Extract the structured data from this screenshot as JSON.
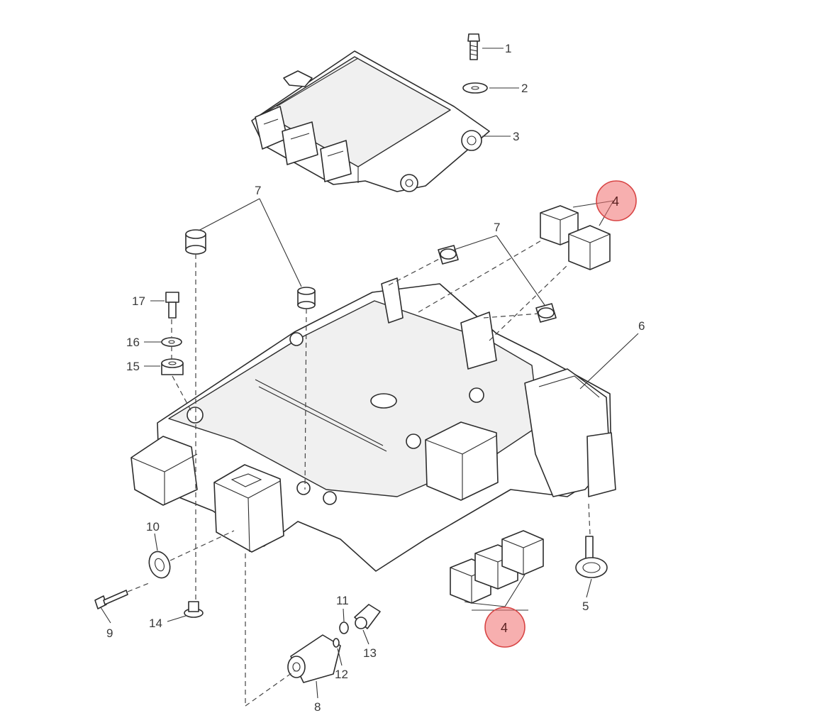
{
  "callouts": [
    {
      "id": "c1",
      "label": "1"
    },
    {
      "id": "c2",
      "label": "2"
    },
    {
      "id": "c3",
      "label": "3"
    },
    {
      "id": "c4a",
      "label": "4"
    },
    {
      "id": "c4b",
      "label": "4"
    },
    {
      "id": "c5",
      "label": "5"
    },
    {
      "id": "c6",
      "label": "6"
    },
    {
      "id": "c7a",
      "label": "7"
    },
    {
      "id": "c7b",
      "label": "7"
    },
    {
      "id": "c8",
      "label": "8"
    },
    {
      "id": "c9",
      "label": "9"
    },
    {
      "id": "c10",
      "label": "10"
    },
    {
      "id": "c11",
      "label": "11"
    },
    {
      "id": "c12",
      "label": "12"
    },
    {
      "id": "c13",
      "label": "13"
    },
    {
      "id": "c14",
      "label": "14"
    },
    {
      "id": "c15",
      "label": "15"
    },
    {
      "id": "c16",
      "label": "16"
    },
    {
      "id": "c17",
      "label": "17"
    }
  ],
  "highlight_color": "#f06e6e"
}
